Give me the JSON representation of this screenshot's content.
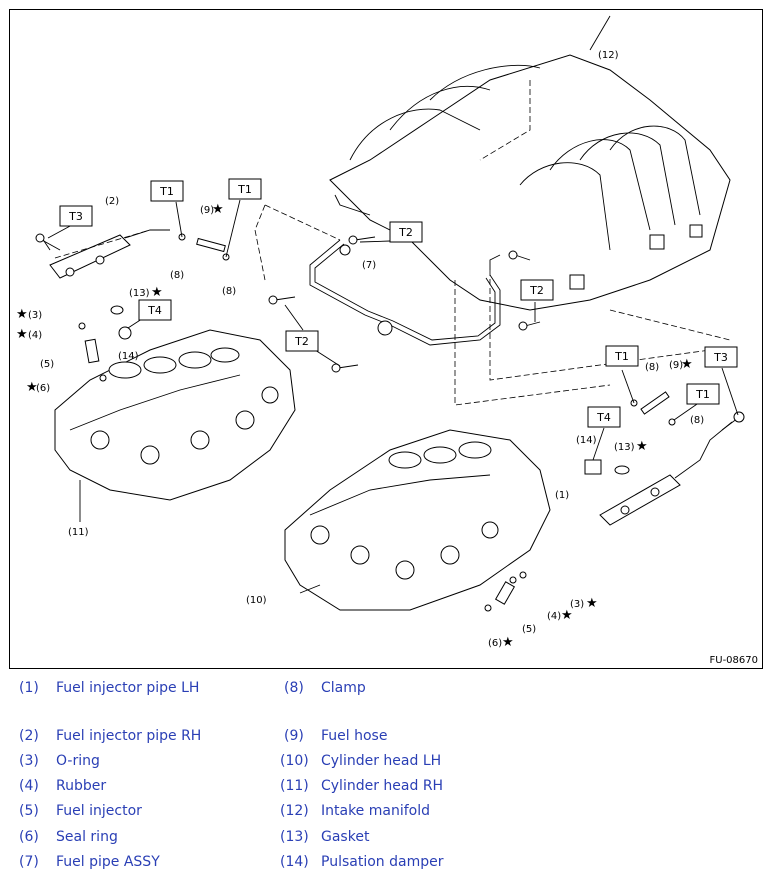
{
  "figure": {
    "code": "FU-08670",
    "torque_tags": [
      "T1",
      "T1",
      "T1",
      "T1",
      "T2",
      "T2",
      "T2",
      "T3",
      "T3",
      "T4",
      "T4"
    ],
    "callouts": [
      "(1)",
      "(2)",
      "(3)",
      "(4)",
      "(5)",
      "(6)",
      "(7)",
      "(8)",
      "(8)",
      "(8)",
      "(8)",
      "(9)",
      "(9)",
      "(10)",
      "(11)",
      "(12)",
      "(13)",
      "(13)",
      "(14)",
      "(14)",
      "(3)",
      "(4)",
      "(5)",
      "(6)"
    ],
    "star": "★"
  },
  "legend": [
    {
      "num": "(1)",
      "name": "Fuel injector pipe LH"
    },
    {
      "num": "(2)",
      "name": "Fuel injector pipe RH"
    },
    {
      "num": "(3)",
      "name": "O-ring"
    },
    {
      "num": "(4)",
      "name": "Rubber"
    },
    {
      "num": "(5)",
      "name": "Fuel injector"
    },
    {
      "num": "(6)",
      "name": "Seal ring"
    },
    {
      "num": "(7)",
      "name": "Fuel pipe ASSY"
    },
    {
      "num": "(8)",
      "name": "Clamp"
    },
    {
      "num": "(9)",
      "name": "Fuel hose"
    },
    {
      "num": "(10)",
      "name": "Cylinder head LH"
    },
    {
      "num": "(11)",
      "name": "Cylinder head RH"
    },
    {
      "num": "(12)",
      "name": "Intake manifold"
    },
    {
      "num": "(13)",
      "name": "Gasket"
    },
    {
      "num": "(14)",
      "name": "Pulsation damper"
    }
  ]
}
